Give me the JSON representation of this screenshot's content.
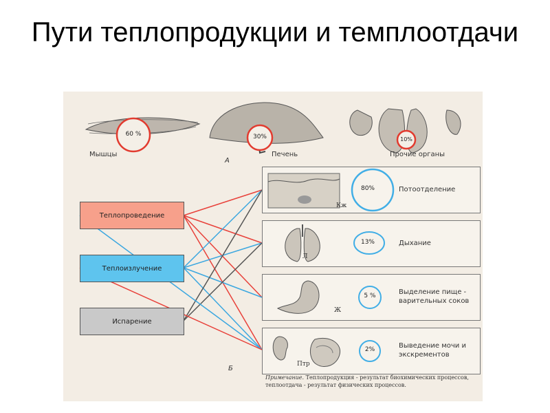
{
  "title": "Пути теплопродукции и темплоотдачи",
  "heat_production": {
    "label_a": "А",
    "sources": [
      {
        "name": "Мышцы",
        "percent": "60 %"
      },
      {
        "name": "Печень",
        "percent": "30%"
      },
      {
        "name": "Прочие органы",
        "percent": "10%"
      }
    ]
  },
  "heat_loss": {
    "label_b": "Б",
    "mechanisms": [
      "Теплопроведение",
      "Теплоизлучение",
      "Испарение"
    ],
    "routes": [
      {
        "organ_letter": "Кж",
        "percent": "80%",
        "label": "Потоотделение"
      },
      {
        "organ_letter": "Л",
        "percent": "13%",
        "label": "Дыхание"
      },
      {
        "organ_letter": "Ж",
        "percent": "5 %",
        "label": "Выделение пище - варительных соков"
      },
      {
        "organ_letter": "Птр",
        "percent": "2%",
        "label": "Выведение мочи и экскрементов"
      }
    ],
    "note_label": "Примечание.",
    "note_text": "Теплопродукция - результат биохимических процессов, теплоотдача - результат физических процессов."
  },
  "colors": {
    "red_line": "#e8413a",
    "blue_line": "#3ba7e0",
    "gray_line": "#555555",
    "box_red": "#f7a08b",
    "box_blue": "#5ec4ee",
    "box_gray": "#c9c9c9",
    "circle_red": "#e23b2f",
    "circle_blue": "#41aee6"
  }
}
